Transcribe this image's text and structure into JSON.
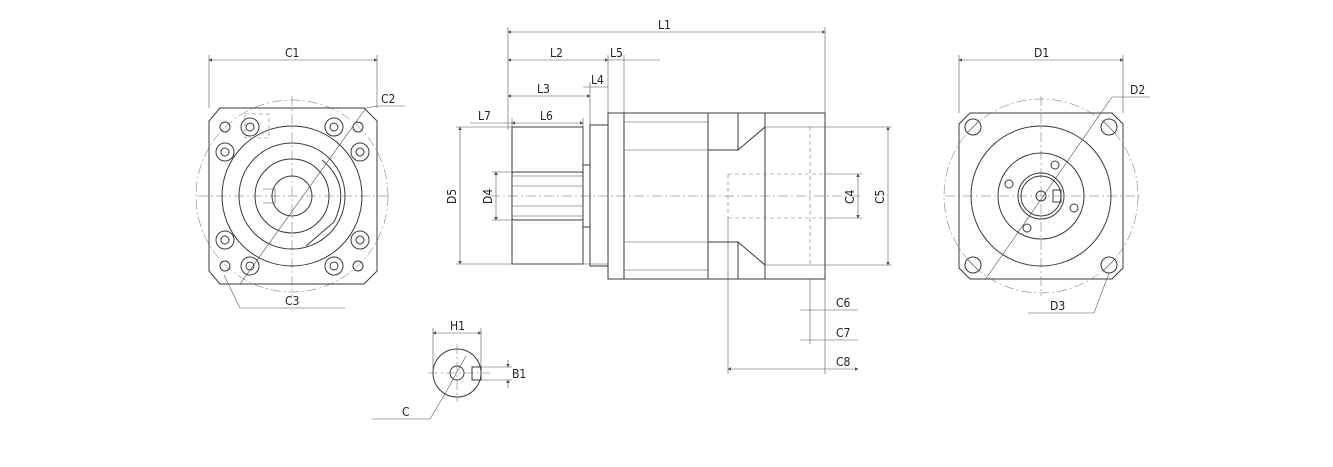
{
  "labels": {
    "C1": "C1",
    "C2": "C2",
    "C3": "C3",
    "C4": "C4",
    "C5": "C5",
    "C6": "C6",
    "C7": "C7",
    "C8": "C8",
    "D1": "D1",
    "D2": "D2",
    "D3": "D3",
    "D4": "D4",
    "D5": "D5",
    "L1": "L1",
    "L2": "L2",
    "L3": "L3",
    "L4": "L4",
    "L5": "L5",
    "L6": "L6",
    "L7": "L7",
    "H1": "H1",
    "B1": "B1",
    "C": "C"
  }
}
